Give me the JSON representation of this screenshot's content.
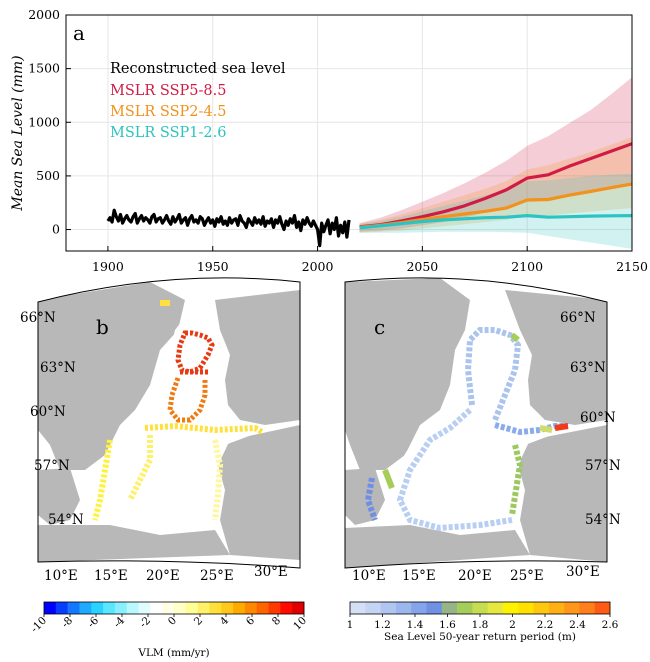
{
  "chart_data": [
    {
      "type": "line",
      "panel_label": "a",
      "ylabel": "Mean Sea Level (mm)",
      "xlim": [
        1880,
        2150
      ],
      "ylim": [
        -200,
        2000
      ],
      "xticks": [
        "1900",
        "1950",
        "2000",
        "2050",
        "2100",
        "2150"
      ],
      "yticks": [
        "0",
        "500",
        "1000",
        "1500",
        "2000"
      ],
      "grid": true,
      "legend_position": "upper-left",
      "series": [
        {
          "name": "Reconstructed sea level",
          "color": "#000000",
          "x": [
            1900,
            1901,
            1902,
            1903,
            1904,
            1905,
            1906,
            1907,
            1908,
            1909,
            1910,
            1911,
            1912,
            1913,
            1914,
            1915,
            1916,
            1917,
            1918,
            1919,
            1920,
            1921,
            1922,
            1923,
            1924,
            1925,
            1926,
            1927,
            1928,
            1929,
            1930,
            1931,
            1932,
            1933,
            1934,
            1935,
            1936,
            1937,
            1938,
            1939,
            1940,
            1941,
            1942,
            1943,
            1944,
            1945,
            1946,
            1947,
            1948,
            1949,
            1950,
            1951,
            1952,
            1953,
            1954,
            1955,
            1956,
            1957,
            1958,
            1959,
            1960,
            1961,
            1962,
            1963,
            1964,
            1965,
            1966,
            1967,
            1968,
            1969,
            1970,
            1971,
            1972,
            1973,
            1974,
            1975,
            1976,
            1977,
            1978,
            1979,
            1980,
            1981,
            1982,
            1983,
            1984,
            1985,
            1986,
            1987,
            1988,
            1989,
            1990,
            1991,
            1992,
            1993,
            1994,
            1995,
            1996,
            1997,
            1998,
            1999,
            2000,
            2001,
            2002,
            2003,
            2004,
            2005,
            2006,
            2007,
            2008,
            2009,
            2010,
            2011,
            2012,
            2013,
            2014,
            2015
          ],
          "y": [
            80,
            110,
            70,
            180,
            120,
            80,
            140,
            60,
            100,
            130,
            90,
            70,
            120,
            150,
            60,
            100,
            130,
            80,
            110,
            90,
            60,
            120,
            140,
            70,
            100,
            110,
            60,
            90,
            130,
            80,
            50,
            120,
            70,
            100,
            140,
            60,
            90,
            110,
            40,
            100,
            130,
            70,
            90,
            60,
            120,
            100,
            40,
            80,
            110,
            60,
            90,
            30,
            100,
            70,
            120,
            50,
            80,
            40,
            110,
            60,
            90,
            100,
            40,
            130,
            80,
            60,
            20,
            100,
            70,
            40,
            110,
            60,
            90,
            50,
            120,
            30,
            80,
            60,
            100,
            20,
            90,
            60,
            120,
            50,
            0,
            80,
            40,
            100,
            60,
            130,
            20,
            70,
            -10,
            90,
            50,
            110,
            60,
            30,
            80,
            40,
            0,
            -150,
            60,
            -20,
            40,
            90,
            -40,
            60,
            0,
            110,
            -60,
            40,
            -30,
            70,
            -70,
            90
          ]
        },
        {
          "name": "MSLR SSP5-8.5",
          "color": "#d01c45",
          "x": [
            2020,
            2030,
            2040,
            2050,
            2060,
            2070,
            2080,
            2090,
            2100,
            2110,
            2120,
            2130,
            2140,
            2150
          ],
          "y": [
            25,
            45,
            80,
            120,
            165,
            220,
            290,
            370,
            480,
            510,
            590,
            660,
            730,
            800
          ],
          "lower": [
            -20,
            -10,
            10,
            40,
            70,
            110,
            160,
            210,
            270,
            280,
            320,
            360,
            400,
            430
          ],
          "upper": [
            60,
            110,
            180,
            260,
            340,
            430,
            530,
            640,
            780,
            870,
            990,
            1110,
            1260,
            1420
          ]
        },
        {
          "name": "MSLR SSP2-4.5",
          "color": "#f2921c",
          "x": [
            2020,
            2030,
            2040,
            2050,
            2060,
            2070,
            2080,
            2090,
            2100,
            2110,
            2120,
            2130,
            2140,
            2150
          ],
          "y": [
            20,
            40,
            65,
            95,
            120,
            145,
            170,
            200,
            275,
            280,
            320,
            355,
            390,
            425
          ],
          "lower": [
            -30,
            -20,
            -10,
            10,
            30,
            50,
            70,
            90,
            130,
            130,
            150,
            165,
            185,
            200
          ],
          "upper": [
            55,
            90,
            140,
            200,
            260,
            320,
            380,
            450,
            560,
            600,
            660,
            720,
            790,
            860
          ]
        },
        {
          "name": "MSLR SSP1-2.6",
          "color": "#2cc4c0",
          "x": [
            2020,
            2030,
            2040,
            2050,
            2060,
            2070,
            2080,
            2090,
            2100,
            2110,
            2120,
            2130,
            2140,
            2150
          ],
          "y": [
            15,
            35,
            55,
            75,
            90,
            100,
            110,
            115,
            130,
            115,
            120,
            125,
            128,
            130
          ],
          "lower": [
            -30,
            -30,
            -30,
            -25,
            -20,
            -20,
            -20,
            -25,
            -30,
            -60,
            -90,
            -120,
            -150,
            -180
          ],
          "upper": [
            50,
            80,
            120,
            170,
            220,
            270,
            320,
            370,
            450,
            460,
            480,
            500,
            510,
            520
          ]
        }
      ]
    },
    {
      "type": "map",
      "panel_label": "b",
      "colorbar_label": "VLM (mm/yr)",
      "colorbar_ticks": [
        "-10",
        "-8",
        "-6",
        "-4",
        "-2",
        "0",
        "2",
        "4",
        "6",
        "8",
        "10"
      ],
      "lat_labels": [
        "66°N",
        "63°N",
        "60°N",
        "57°N",
        "54°N"
      ],
      "lon_labels": [
        "10°E",
        "15°E",
        "20°E",
        "25°E",
        "30°E"
      ]
    },
    {
      "type": "map",
      "panel_label": "c",
      "colorbar_label": "Sea Level 50-year return period (m)",
      "colorbar_ticks": [
        "1",
        "1.2",
        "1.4",
        "1.6",
        "1.8",
        "2",
        "2.2",
        "2.4",
        "2.6"
      ],
      "lat_labels": [
        "66°N",
        "63°N",
        "60°N",
        "57°N",
        "54°N"
      ],
      "lon_labels": [
        "10°E",
        "15°E",
        "20°E",
        "25°E",
        "30°E"
      ]
    }
  ]
}
